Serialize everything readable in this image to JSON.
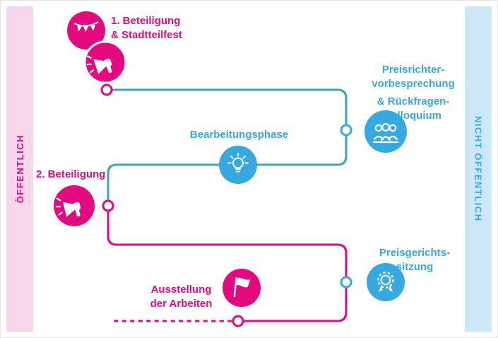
{
  "colors": {
    "pink": "#e5097f",
    "blue": "#36a9e1",
    "teal": "#3ea6ad",
    "band_pink_bg": "#f7d7ea",
    "band_blue_bg": "#cde9f7"
  },
  "bands": {
    "left_label": "ÖFFENTLICH",
    "right_label": "NICHT ÖFFENTLICH"
  },
  "steps": {
    "step1": {
      "line1": "1. Beteiligung",
      "line2": "& Stadtteilfest",
      "icons": [
        "bunting-icon",
        "megaphone-icon"
      ]
    },
    "preisrichter": {
      "line1": "Preisrichter-",
      "line2": "vorbesprechung",
      "line3": "& Rückfragen-",
      "line4": "kolloquium",
      "icon": "judges-icon"
    },
    "bearbeitung": {
      "label": "Bearbeitungsphase",
      "icon": "lightbulb-icon"
    },
    "step2": {
      "label": "2. Beteiligung",
      "icon": "megaphone-icon"
    },
    "preisgericht": {
      "line1": "Preisgerichts-",
      "line2": "sitzung",
      "icon": "award-icon"
    },
    "ausstellung": {
      "line1": "Ausstellung",
      "line2": "der Arbeiten",
      "icon": "flag-icon"
    }
  }
}
